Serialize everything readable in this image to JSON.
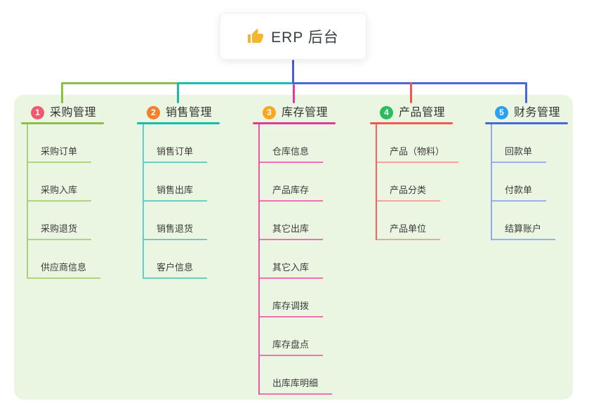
{
  "root": {
    "title": "ERP 后台",
    "icon": "thumbs-up-icon",
    "icon_color": "#f5b62b"
  },
  "colors": {
    "canvas_bg": "#ffffff",
    "panel_bg": "#eaf6e2",
    "trunk": "#4b5cd5"
  },
  "branches": [
    {
      "badge": "1",
      "title": "采购管理",
      "badge_color": "#f4586c",
      "line_color": "#8abf4a",
      "stem_color": "#a6d375",
      "child_line_color": "#aed581",
      "children": [
        "采购订单",
        "采购入库",
        "采购退货",
        "供应商信息"
      ]
    },
    {
      "badge": "2",
      "title": "销售管理",
      "badge_color": "#f6802c",
      "line_color": "#15bcb0",
      "stem_color": "#5ecfc2",
      "child_line_color": "#66d0c3",
      "children": [
        "销售订单",
        "销售出库",
        "销售退货",
        "客户信息"
      ]
    },
    {
      "badge": "3",
      "title": "库存管理",
      "badge_color": "#f9a723",
      "line_color": "#e23a98",
      "stem_color": "#ee53a4",
      "child_line_color": "#f26fb6",
      "children": [
        "仓库信息",
        "产品库存",
        "其它出库",
        "其它入库",
        "库存调拨",
        "库存盘点",
        "出库库明细"
      ]
    },
    {
      "badge": "4",
      "title": "产品管理",
      "badge_color": "#2abd5e",
      "line_color": "#f85550",
      "stem_color": "#f8625c",
      "child_line_color": "#fba29c",
      "children": [
        "产品（物料）",
        "产品分类",
        "产品单位"
      ]
    },
    {
      "badge": "5",
      "title": "财务管理",
      "badge_color": "#2ba1f1",
      "line_color": "#4668dd",
      "stem_color": "#92a8e9",
      "child_line_color": "#9cb0ec",
      "children": [
        "回款单",
        "付款单",
        "结算账户"
      ]
    }
  ]
}
